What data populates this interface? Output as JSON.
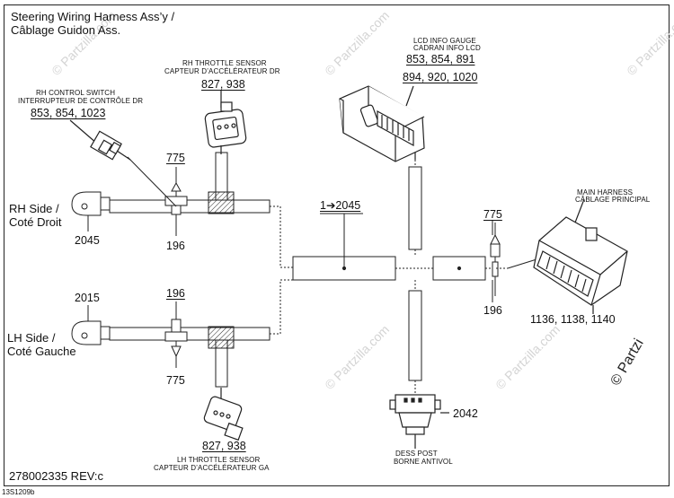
{
  "title": {
    "line1": "Steering Wiring Harness Ass’y /",
    "line2": "Câblage Guidon Ass."
  },
  "rh_control_switch": {
    "line1": "RH CONTROL SWITCH",
    "line2": "INTERRUPTEUR DE CONTRÔLE DR",
    "refs": "853, 854, 1023"
  },
  "rh_throttle_sensor": {
    "line1": "RH THROTTLE SENSOR",
    "line2": "CAPTEUR D’ACCÉLÉRATEUR DR",
    "refs": "827, 938"
  },
  "lcd_gauge": {
    "line1": "LCD INFO GAUGE",
    "line2": "CADRAN INFO LCD",
    "refs1": "853, 854, 891",
    "refs2": "894, 920, 1020"
  },
  "main_harness": {
    "line1": "MAIN HARNESS",
    "line2": "CÂBLAGE PRINCIPAL",
    "refs": "1136, 1138, 1140"
  },
  "rh_side": {
    "line1": "RH Side /",
    "line2": "Coté Droit",
    "ref": "2045"
  },
  "lh_side": {
    "line1": "LH Side /",
    "line2": "Coté Gauche",
    "ref": "2015"
  },
  "lh_throttle_sensor": {
    "line1": "LH THROTTLE SENSOR",
    "line2": "CAPTEUR D’ACCÉLÉRATEUR GA",
    "refs": "827, 938"
  },
  "dess_post": {
    "line1": "DESS POST",
    "line2": "BORNE ANTIVOL",
    "ref": "2042"
  },
  "callouts": {
    "rh_top": "775",
    "rh_bottom": "196",
    "lh_top": "196",
    "lh_bottom": "775",
    "right_top": "775",
    "right_bottom": "196",
    "center": "1➔2045"
  },
  "footer": {
    "part_number": "278002335 REV:c",
    "drawing_id": "13S1209b"
  },
  "watermark": {
    "text": "© Partzilla.com",
    "corner_text": "© Partzi"
  }
}
